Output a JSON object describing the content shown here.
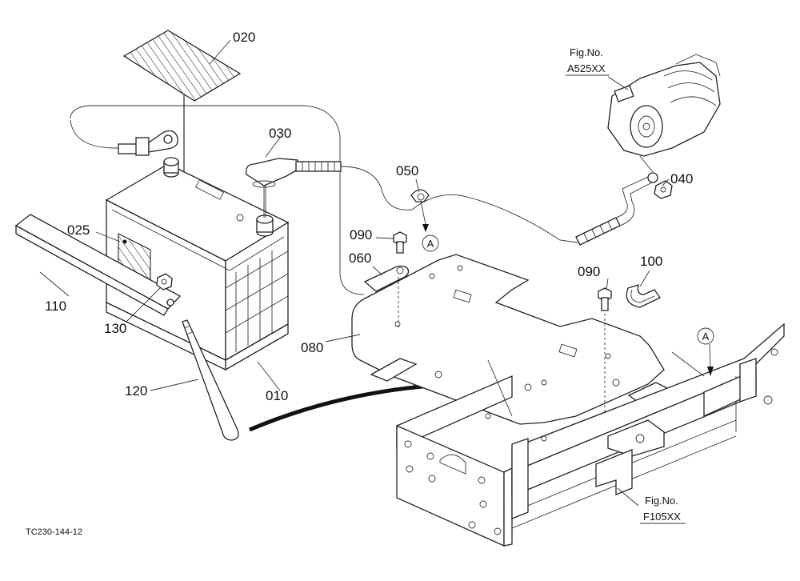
{
  "labels": {
    "p020": "020",
    "p025": "025",
    "p030": "030",
    "p040": "040",
    "p050": "050",
    "p060": "060",
    "p080": "080",
    "p090a": "090",
    "p090b": "090",
    "p100": "100",
    "p110": "110",
    "p120": "120",
    "p130": "130",
    "p010": "010"
  },
  "markers": {
    "a1": "A",
    "a2": "A"
  },
  "references": {
    "starter_fig_line1": "Fig.No.",
    "starter_fig_line2": "A525XX",
    "frame_fig_line1": "Fig.No.",
    "frame_fig_line2": "F105XX"
  },
  "drawing_code": "TC230-144-12"
}
